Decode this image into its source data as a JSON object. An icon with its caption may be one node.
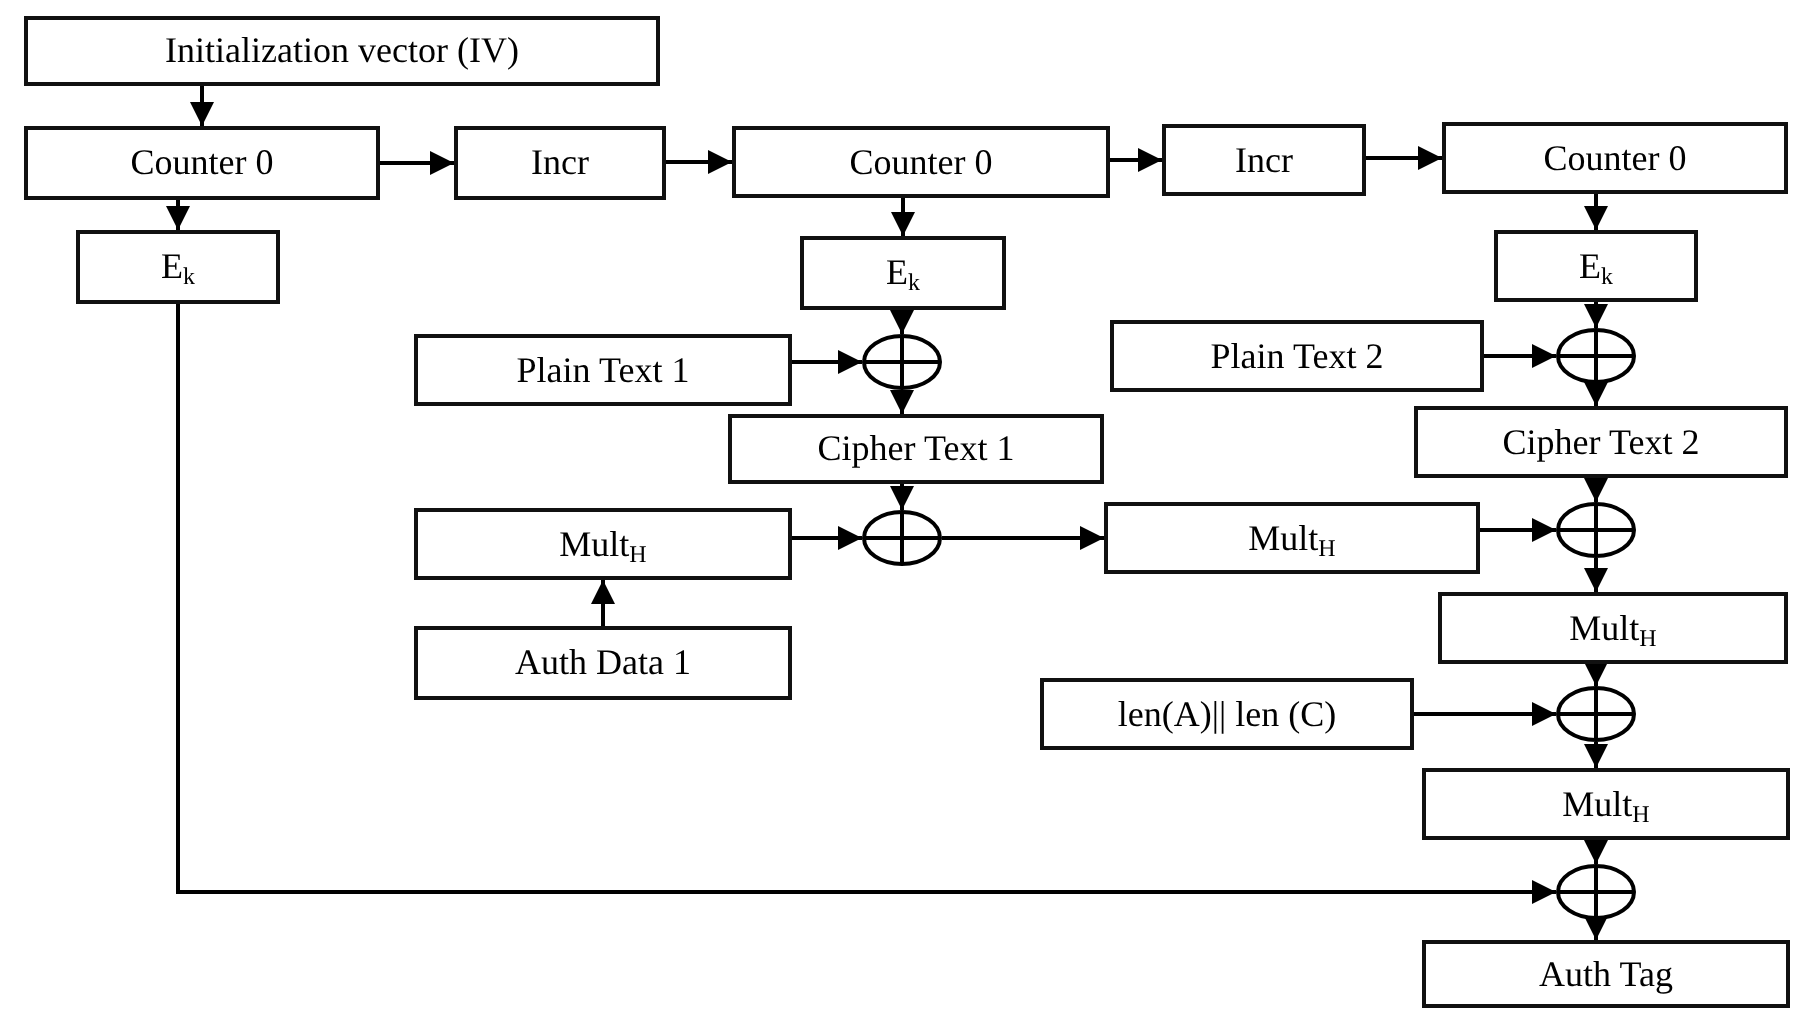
{
  "diagram": {
    "nodes": [
      {
        "text": [
          "Initialization vector (IV)"
        ]
      },
      {
        "text": [
          "Counter 0"
        ]
      },
      {
        "text": [
          "Incr"
        ]
      },
      {
        "text": [
          "Counter 0"
        ]
      },
      {
        "text": [
          "Incr"
        ]
      },
      {
        "text": [
          "Counter 0"
        ]
      },
      {
        "text": [
          "E$_{k}$"
        ]
      },
      {
        "text": [
          "E$_{k}$"
        ]
      },
      {
        "text": [
          "E$_{k}$"
        ]
      },
      {
        "text": [
          "Plain Text 1"
        ]
      },
      {
        "text": [],
        "shape": "circle"
      },
      {
        "text": [
          "Plain Text 2"
        ]
      },
      {
        "text": [],
        "shape": "circle"
      },
      {
        "text": [
          "Cipher Text 1"
        ]
      },
      {
        "text": [
          "Cipher Text 2"
        ]
      },
      {
        "text": [
          "Mult$_{H}$"
        ]
      },
      {
        "text": [],
        "shape": "circle"
      },
      {
        "text": [
          "Mult$_{H}$"
        ]
      },
      {
        "text": [],
        "shape": "circle"
      },
      {
        "text": [
          "Auth Data 1"
        ]
      },
      {
        "text": [
          "Mult$_{H}$"
        ]
      },
      {
        "text": [
          "len(A)|| len (C)"
        ]
      },
      {
        "text": [],
        "shape": "circle"
      },
      {
        "text": [
          "Mult$_{H}$"
        ]
      },
      {
        "text": [],
        "shape": "circle"
      },
      {
        "text": [
          "Auth Tag"
        ]
      }
    ],
    "edges": [
      {
        "from": 0,
        "to": 1,
        "arrow": "to"
      },
      {
        "from": 1,
        "to": 2,
        "arrow": "to"
      },
      {
        "from": 2,
        "to": 3,
        "arrow": "to"
      },
      {
        "from": 3,
        "to": 4,
        "arrow": "to"
      },
      {
        "from": 4,
        "to": 5,
        "arrow": "to"
      },
      {
        "from": 1,
        "to": 6,
        "arrow": "to"
      },
      {
        "from": 3,
        "to": 7,
        "arrow": "to"
      },
      {
        "from": 5,
        "to": 8,
        "arrow": "to"
      },
      {
        "from": 7,
        "to": 10,
        "arrow": "to"
      },
      {
        "from": 9,
        "to": 10,
        "arrow": "to"
      },
      {
        "from": 10,
        "to": 13,
        "arrow": "to"
      },
      {
        "from": 8,
        "to": 12,
        "arrow": "to"
      },
      {
        "from": 11,
        "to": 12,
        "arrow": "to"
      },
      {
        "from": 12,
        "to": 14,
        "arrow": "to"
      },
      {
        "from": 13,
        "to": 16,
        "arrow": "to"
      },
      {
        "from": 15,
        "to": 16,
        "arrow": "to"
      },
      {
        "from": 19,
        "to": 15,
        "arrow": "to"
      },
      {
        "from": 16,
        "to": 17,
        "arrow": "to"
      },
      {
        "from": 14,
        "to": 18,
        "arrow": "to"
      },
      {
        "from": 17,
        "to": 18,
        "arrow": "to"
      },
      {
        "from": 18,
        "to": 20,
        "arrow": "to"
      },
      {
        "from": 20,
        "to": 22,
        "arrow": "to"
      },
      {
        "from": 21,
        "to": 22,
        "arrow": "to"
      },
      {
        "from": 22,
        "to": 23,
        "arrow": "to"
      },
      {
        "from": 23,
        "to": 24,
        "arrow": "to"
      },
      {
        "from": 6,
        "to": 24,
        "arrow": "to"
      },
      {
        "from": 24,
        "to": 25,
        "arrow": "to"
      }
    ]
  }
}
